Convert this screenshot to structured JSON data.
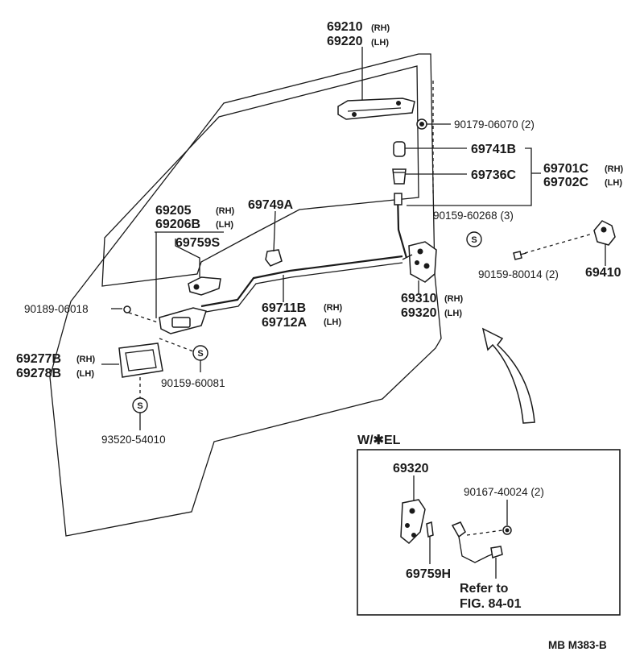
{
  "labels": {
    "p69210": "69210",
    "p69210_side": "(RH)",
    "p69220": "69220",
    "p69220_side": "(LH)",
    "p90179": "90179-06070 (2)",
    "p69741B": "69741B",
    "p69736C": "69736C",
    "p69701C": "69701C",
    "p69701C_side": "(RH)",
    "p69702C": "69702C",
    "p69702C_side": "(LH)",
    "p90159_60268": "90159-60268 (3)",
    "p69205": "69205",
    "p69205_side": "(RH)",
    "p69206B": "69206B",
    "p69206B_side": "(LH)",
    "p69749A": "69749A",
    "p69759S": "69759S",
    "p90159_80014": "90159-80014 (2)",
    "p69410": "69410",
    "p90189": "90189-06018",
    "p69711B": "69711B",
    "p69711B_side": "(RH)",
    "p69712A": "69712A",
    "p69712A_side": "(LH)",
    "p69310": "69310",
    "p69310_side": "(RH)",
    "p69320": "69320",
    "p69320_side": "(LH)",
    "p69277B": "69277B",
    "p69277B_side": "(RH)",
    "p69278B": "69278B",
    "p69278B_side": "(LH)",
    "p90159_60081": "90159-60081",
    "p93520": "93520-54010",
    "s_mark": "S",
    "inset_title": "W/✱EL",
    "inset_69320": "69320",
    "inset_90167": "90167-40024 (2)",
    "inset_69759H": "69759H",
    "inset_refer": "Refer to",
    "inset_fig": "FIG. 84-01",
    "footer_code": "MB  M383-B"
  }
}
